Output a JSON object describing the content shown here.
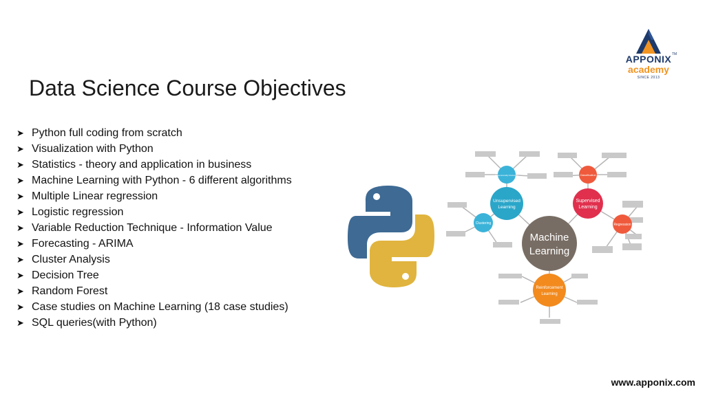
{
  "logo": {
    "name": "APPONIX",
    "tm": "TM",
    "sub": "academy",
    "since": "SINCE 2013",
    "colors": {
      "navy": "#1e3a6b",
      "orange": "#f29421"
    }
  },
  "title": "Data Science Course Objectives",
  "bullets": [
    "Python full coding from scratch",
    "Visualization with Python",
    "Statistics - theory and application in business",
    "Machine Learning with Python - 6 different algorithms",
    "Multiple Linear regression",
    "Logistic regression",
    "Variable Reduction Technique - Information Value",
    "Forecasting - ARIMA",
    "Cluster Analysis",
    "Decision Tree",
    "Random Forest",
    "Case studies on Machine Learning (18 case studies)",
    "SQL queries(with Python)"
  ],
  "bullet_icon": "arrow-bullet-icon",
  "images": {
    "python": "python-logo",
    "ml": "machine-learning-diagram"
  },
  "ml": {
    "center": [
      "Machine",
      "Learning"
    ],
    "supervised": [
      "Supervised",
      "Learning"
    ],
    "unsupervised": [
      "Unsupervised",
      "Learning"
    ],
    "reinforcement": [
      "Reinforcement",
      "Learning"
    ],
    "clustering": "Clustering",
    "regression": "Regression",
    "dimensionality": "Dimensionality Reduction",
    "classification": "Classification"
  },
  "footer": "www.apponix.com"
}
